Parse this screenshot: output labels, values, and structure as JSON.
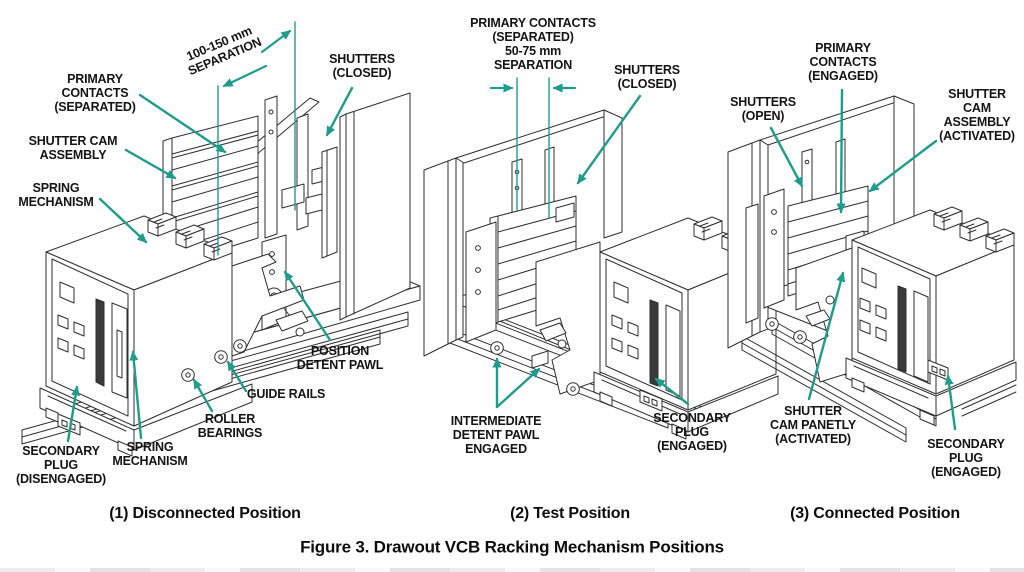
{
  "figure": {
    "caption": "Figure 3. Drawout VCB Racking Mechanism Positions"
  },
  "colors": {
    "arrow_teal": "#1f9c8c",
    "line_art": "#2f2f2f",
    "text": "#141414",
    "background": "#ffffff"
  },
  "panels": [
    {
      "id": 1,
      "caption": "(1) Disconnected Position",
      "labels": {
        "separation": "100-150 mm\nSEPARATION",
        "primary_contacts": "PRIMARY\nCONTACTS\n(SEPARATED)",
        "shutters": "SHUTTERS\n(CLOSED)",
        "shutter_cam": "SHUTTER CAM\nASSEMBLY",
        "spring_mechanism_upper": "SPRING\nMECHANISM",
        "position_detent_pawl": "POSITION\nDETENT PAWL",
        "guide_rails": "GUIDE RAILS",
        "roller_bearings": "ROLLER\nBEARINGS",
        "spring_mechanism_lower": "SPRING\nMECHANISM",
        "secondary_plug": "SECONDARY\nPLUG\n(DISENGAGED)"
      }
    },
    {
      "id": 2,
      "caption": "(2) Test Position",
      "labels": {
        "primary_contacts": "PRIMARY CONTACTS\n(SEPARATED)\n50-75 mm\nSEPARATION",
        "shutters": "SHUTTERS\n(CLOSED)",
        "intermediate_detent_pawl": "INTERMEDIATE\nDETENT PAWL\nENGAGED",
        "secondary_plug": "SECONDARY\nPLUG\n(ENGAGED)"
      }
    },
    {
      "id": 3,
      "caption": "(3) Connected Position",
      "labels": {
        "primary_contacts": "PRIMARY\nCONTACTS\n(ENGAGED)",
        "shutters": "SHUTTERS\n(OPEN)",
        "shutter_cam_assembly": "SHUTTER\nCAM ASSEMBLY\n(ACTIVATED)",
        "shutter_cam_panetly": "SHUTTER\nCAM PANETLY\n(ACTIVATED)",
        "secondary_plug": "SECONDARY\nPLUG\n(ENGAGED)"
      }
    }
  ]
}
